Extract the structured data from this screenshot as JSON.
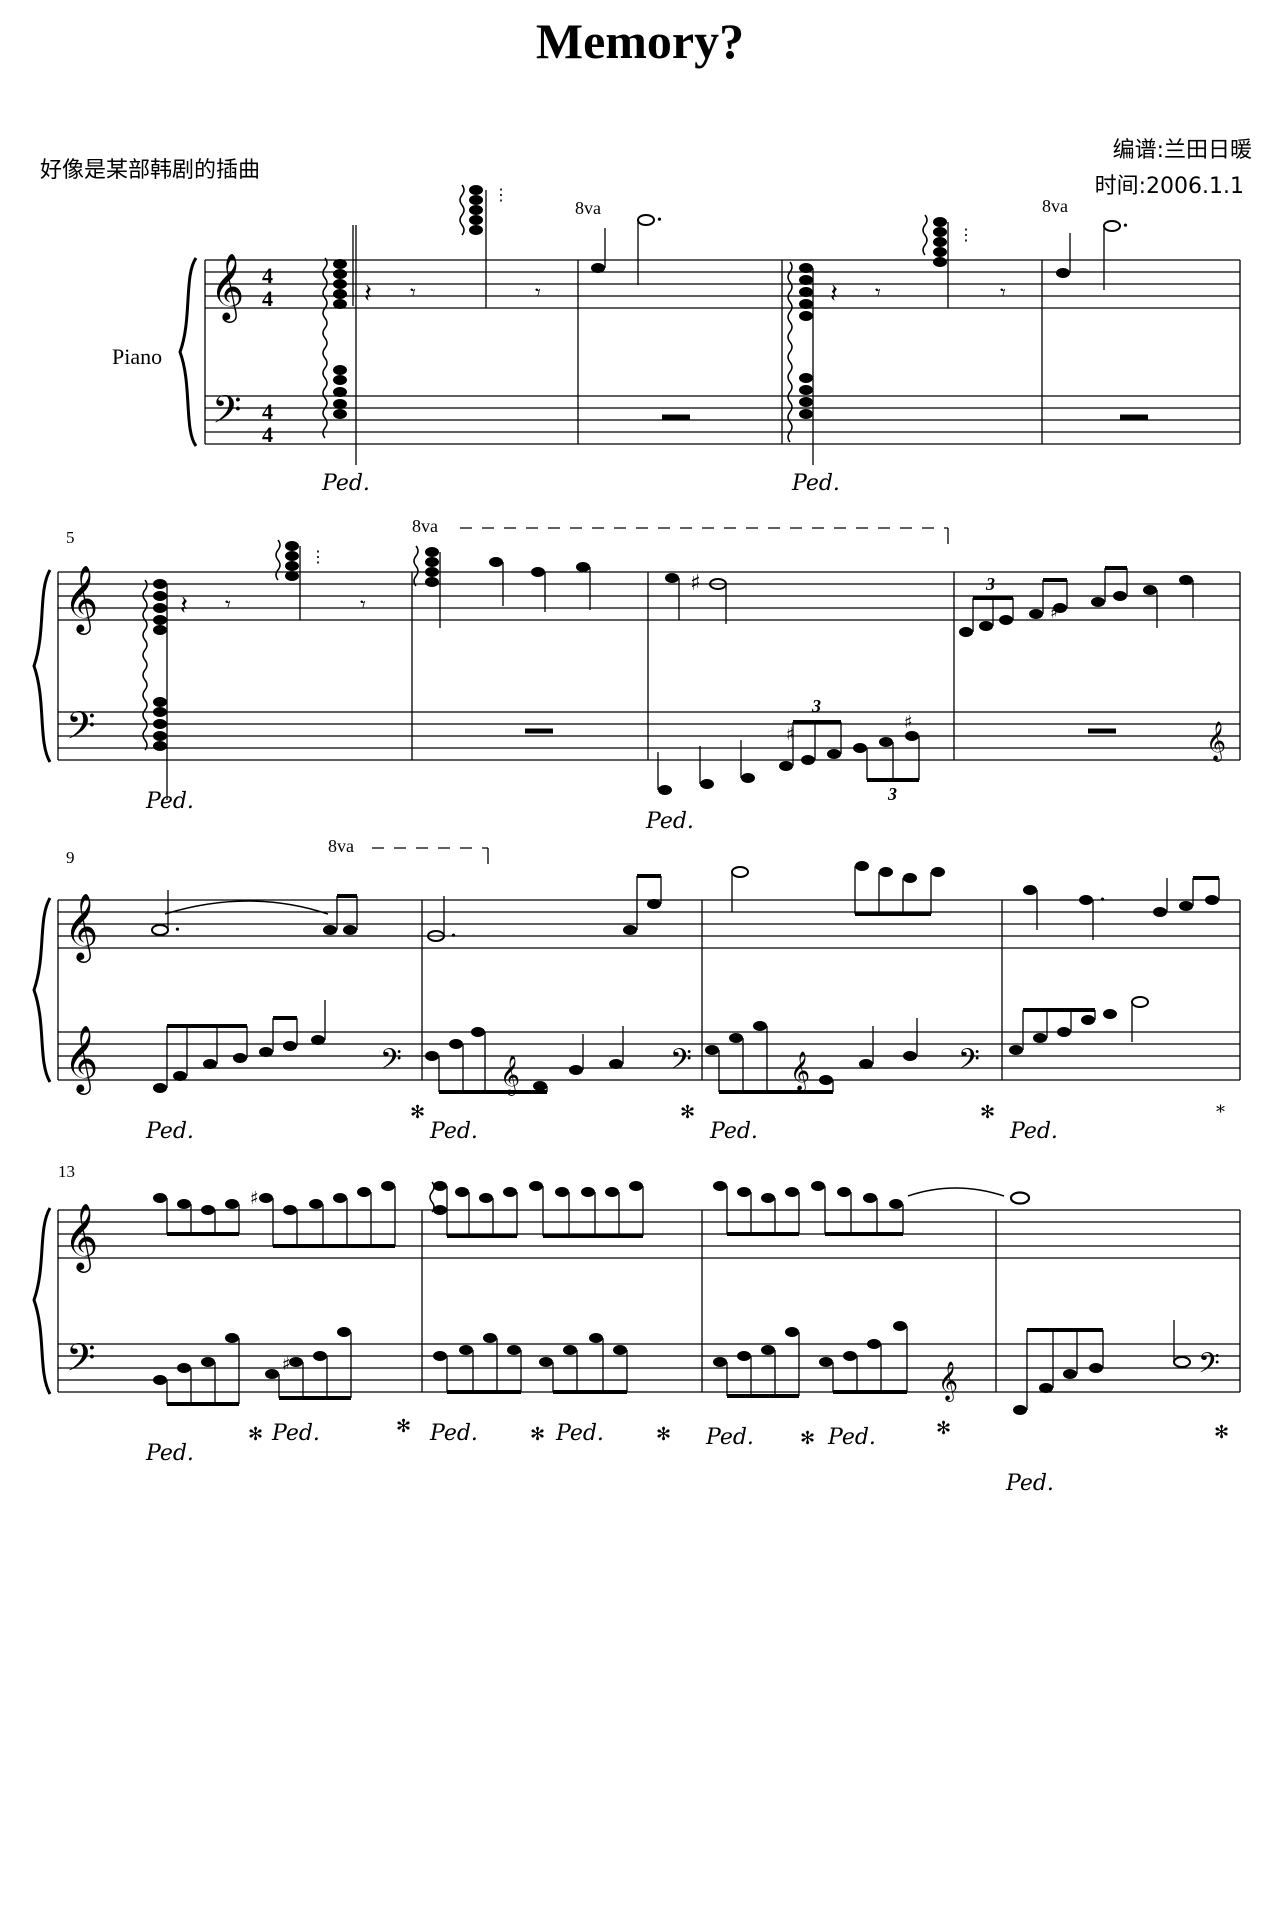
{
  "score": {
    "title": "Memory?",
    "subtitle": "好像是某部韩剧的插曲",
    "arranger": "编谱:兰田日暖",
    "date": "时间:2006.1.1",
    "instrument": "Piano",
    "measure_numbers": [
      "5",
      "9",
      "13"
    ],
    "time_signature": "4/4",
    "ottava_mark": "8va",
    "pedal_mark": "Ped.",
    "pedal_release_mark": "*",
    "tuplet_mark": "3"
  }
}
